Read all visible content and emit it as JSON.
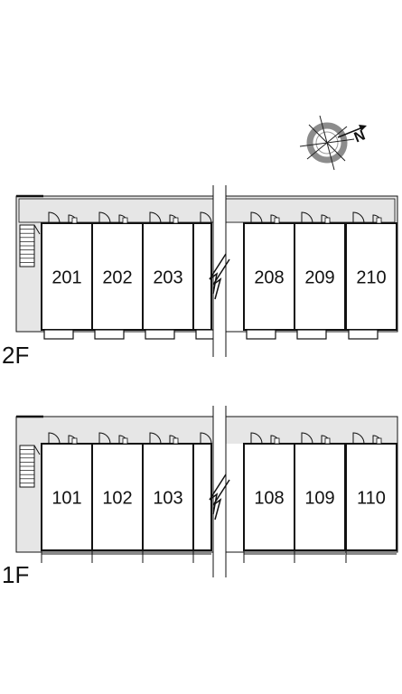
{
  "compass": {
    "north_letter": "N",
    "ring_color": "#8c8c8c"
  },
  "colors": {
    "corridor": "#e6e6e6",
    "line": "#111111",
    "background": "#ffffff"
  },
  "floors": [
    {
      "label": "2F",
      "left_units": [
        "201",
        "202",
        "203",
        ""
      ],
      "right_units": [
        "208",
        "209",
        "210"
      ]
    },
    {
      "label": "1F",
      "left_units": [
        "101",
        "102",
        "103",
        ""
      ],
      "right_units": [
        "108",
        "109",
        "110"
      ]
    }
  ]
}
